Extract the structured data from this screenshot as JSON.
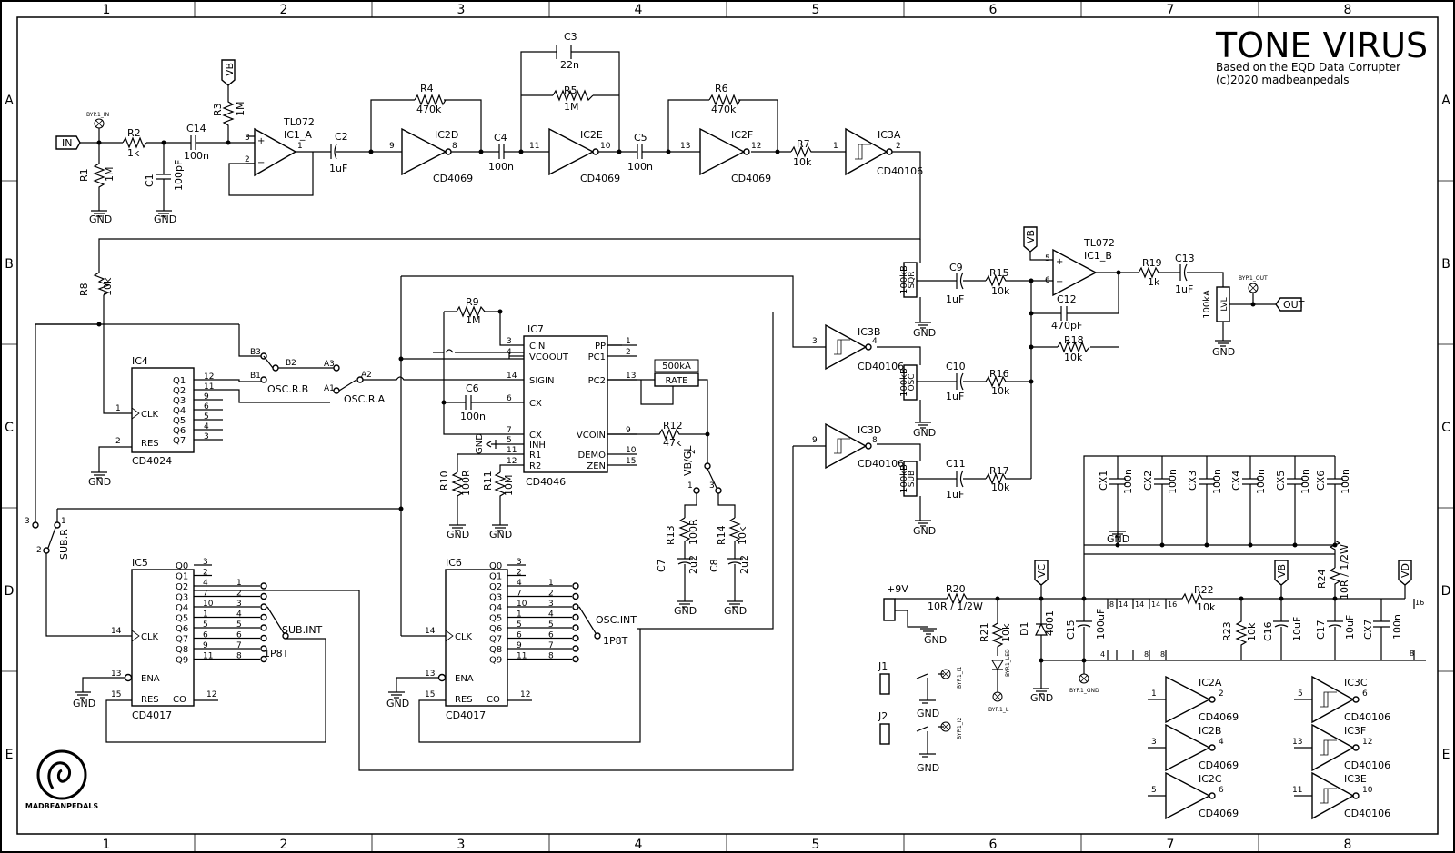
{
  "title": "TONE VIRUS",
  "subtitle1": "Based on the EQD Data Corrupter",
  "subtitle2": "(c)2020 madbeanpedals",
  "logo_text": "MADBEANPEDALS",
  "frame": {
    "cols": [
      "1",
      "2",
      "3",
      "4",
      "5",
      "6",
      "7",
      "8"
    ],
    "rows": [
      "A",
      "B",
      "C",
      "D",
      "E"
    ]
  },
  "labels": {
    "in": "IN",
    "out": "OUT",
    "vb": "VB",
    "vc": "VC",
    "vd": "VD",
    "gnd": "GND",
    "p9v": "+9V",
    "byp_in": "BYP.1_IN",
    "byp_out": "BYP.1_OUT",
    "byp_l": "BYP.1_L",
    "byp_led": "BYP.1_LED",
    "byp_gnd": "BYP.1_GND",
    "byp_i1": "BYP.1_I1",
    "byp_i2": "BYP.1_I2",
    "r1": "R1",
    "r1v": "1M",
    "r2": "R2",
    "r2v": "1k",
    "r3": "R3",
    "r3v": "1M",
    "r4": "R4",
    "r4v": "470k",
    "r5": "R5",
    "r5v": "1M",
    "r6": "R6",
    "r6v": "470k",
    "r7": "R7",
    "r7v": "10k",
    "r8": "R8",
    "r8v": "10k",
    "r9": "R9",
    "r9v": "1M",
    "r10": "R10",
    "r10v": "100R",
    "r11": "R11",
    "r11v": "10M",
    "r12": "R12",
    "r12v": "47k",
    "r13": "R13",
    "r13v": "100R",
    "r14": "R14",
    "r14v": "10k",
    "r15": "R15",
    "r15v": "10k",
    "r16": "R16",
    "r16v": "10k",
    "r17": "R17",
    "r17v": "10k",
    "r18": "R18",
    "r18v": "10k",
    "r19": "R19",
    "r19v": "1k",
    "r20": "R20",
    "r20v": "10R / 1/2W",
    "r21": "R21",
    "r21v": "10k",
    "r22": "R22",
    "r22v": "10k",
    "r23": "R23",
    "r23v": "10k",
    "r24": "R24",
    "r24v": "10R / 1/2W",
    "c1": "C1",
    "c1v": "100pF",
    "c2": "C2",
    "c2v": "1uF",
    "c3": "C3",
    "c3v": "22n",
    "c4": "C4",
    "c4v": "100n",
    "c5": "C5",
    "c5v": "100n",
    "c6": "C6",
    "c6v": "100n",
    "c7": "C7",
    "c7v": "2u2",
    "c8": "C8",
    "c8v": "2u2",
    "c9": "C9",
    "c9v": "1uF",
    "c10": "C10",
    "c10v": "1uF",
    "c11": "C11",
    "c11v": "1uF",
    "c12": "C12",
    "c12v": "470pF",
    "c13": "C13",
    "c13v": "1uF",
    "c14": "C14",
    "c14v": "100n",
    "c15": "C15",
    "c15v": "100uF",
    "c16": "C16",
    "c16v": "10uF",
    "c17": "C17",
    "c17v": "10uF",
    "cx1": "CX1",
    "cx2": "CX2",
    "cx3": "CX3",
    "cx4": "CX4",
    "cx5": "CX5",
    "cx6": "CX6",
    "cx7": "CX7",
    "cxv": "100n",
    "tl072": "TL072",
    "ic1a": "IC1_A",
    "ic1b": "IC1_B",
    "ic2d": "IC2D",
    "ic2e": "IC2E",
    "ic2f": "IC2F",
    "ic2a": "IC2A",
    "ic2b": "IC2B",
    "ic2c": "IC2C",
    "cd4069": "CD4069",
    "ic3a": "IC3A",
    "ic3b": "IC3B",
    "ic3c": "IC3C",
    "ic3d": "IC3D",
    "ic3e": "IC3E",
    "ic3f": "IC3F",
    "cd40106": "CD40106",
    "ic4": "IC4",
    "cd4024": "CD4024",
    "ic5": "IC5",
    "ic6": "IC6",
    "cd4017": "CD4017",
    "ic7": "IC7",
    "cd4046": "CD4046",
    "pot_sqr": "SQR",
    "pot_osc": "OSC",
    "pot_sub": "SUB",
    "pot_b": "100kB",
    "pot_lvl": "LVL",
    "pot_lvl_v": "100kA",
    "pot_rate": "RATE",
    "pot_rate_v": "500kA",
    "osc_rb": "OSC.R.B",
    "osc_ra": "OSC.R.A",
    "sub_r": "SUB.R",
    "sub_int": "SUB.INT",
    "osc_int": "OSC.INT",
    "p1p8t": "1P8T",
    "vbgl": "VB/GL",
    "b1": "B1",
    "b2": "B2",
    "b3": "B3",
    "a1": "A1",
    "a2": "A2",
    "a3": "A3",
    "d1": "D1",
    "d1v": "4001",
    "j1": "J1",
    "j2": "J2"
  },
  "ic4_pins": [
    [
      "Q1",
      "12"
    ],
    [
      "Q2",
      "11"
    ],
    [
      "Q3",
      "9"
    ],
    [
      "Q4",
      "6"
    ],
    [
      "Q5",
      "5"
    ],
    [
      "Q6",
      "4"
    ],
    [
      "Q7",
      "3"
    ]
  ],
  "cd4017_pins": [
    [
      "Q0",
      "3"
    ],
    [
      "Q1",
      "2"
    ],
    [
      "Q2",
      "4"
    ],
    [
      "Q3",
      "7"
    ],
    [
      "Q4",
      "10"
    ],
    [
      "Q5",
      "1"
    ],
    [
      "Q6",
      "5"
    ],
    [
      "Q7",
      "6"
    ],
    [
      "Q8",
      "9"
    ],
    [
      "Q9",
      "11"
    ]
  ],
  "sw_pos": [
    "1",
    "2",
    "3",
    "4",
    "5",
    "6",
    "7",
    "8"
  ],
  "ic7_left": [
    [
      "CIN",
      "3"
    ],
    [
      "VCOOUT",
      "4"
    ],
    [
      "SIGIN",
      "14"
    ],
    [
      "CX",
      "6"
    ],
    [
      "CX",
      "7"
    ],
    [
      "INH",
      "5"
    ],
    [
      "R1",
      "11"
    ],
    [
      "R2",
      "12"
    ]
  ],
  "ic7_right": [
    [
      "PP",
      "1"
    ],
    [
      "PC1",
      "2"
    ],
    [
      "PC2",
      "13"
    ],
    [
      "VCOIN",
      "9"
    ],
    [
      "DEMO",
      "10"
    ],
    [
      "ZEN",
      "15"
    ]
  ],
  "pins": {
    "clk": "CLK",
    "res": "RES",
    "ena": "ENA",
    "co": "CO",
    "p1": "1",
    "p2": "2",
    "p3": "3",
    "p4": "4",
    "p5": "5",
    "p6": "6",
    "p8": "8",
    "p9": "9",
    "p10": "10",
    "p11": "11",
    "p12": "12",
    "p13": "13",
    "p14": "14",
    "p15": "15",
    "p16": "16"
  }
}
